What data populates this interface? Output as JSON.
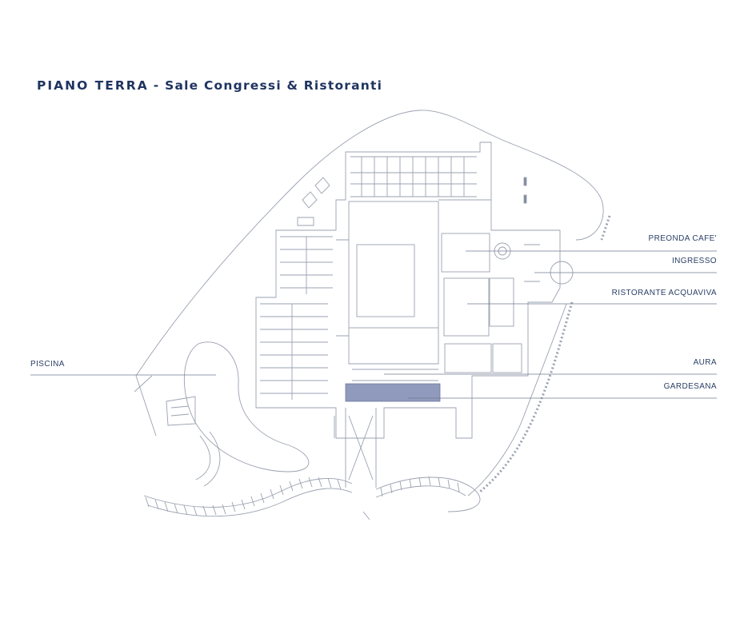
{
  "title": {
    "main": "PIANO TERRA",
    "separator": "-",
    "subtitle": "Sale Congressi & Ristoranti"
  },
  "labels": {
    "preonda_cafe": "PREONDA CAFE'",
    "ingresso": "INGRESSO",
    "ristorante_acquaviva": "RISTORANTE ACQUAVIVA",
    "aura": "AURA",
    "gardesana": "GARDESANA",
    "piscina": "PISCINA"
  },
  "colors": {
    "text": "#1f3460",
    "line": "#8a93a6",
    "highlight": "#8390b5"
  }
}
